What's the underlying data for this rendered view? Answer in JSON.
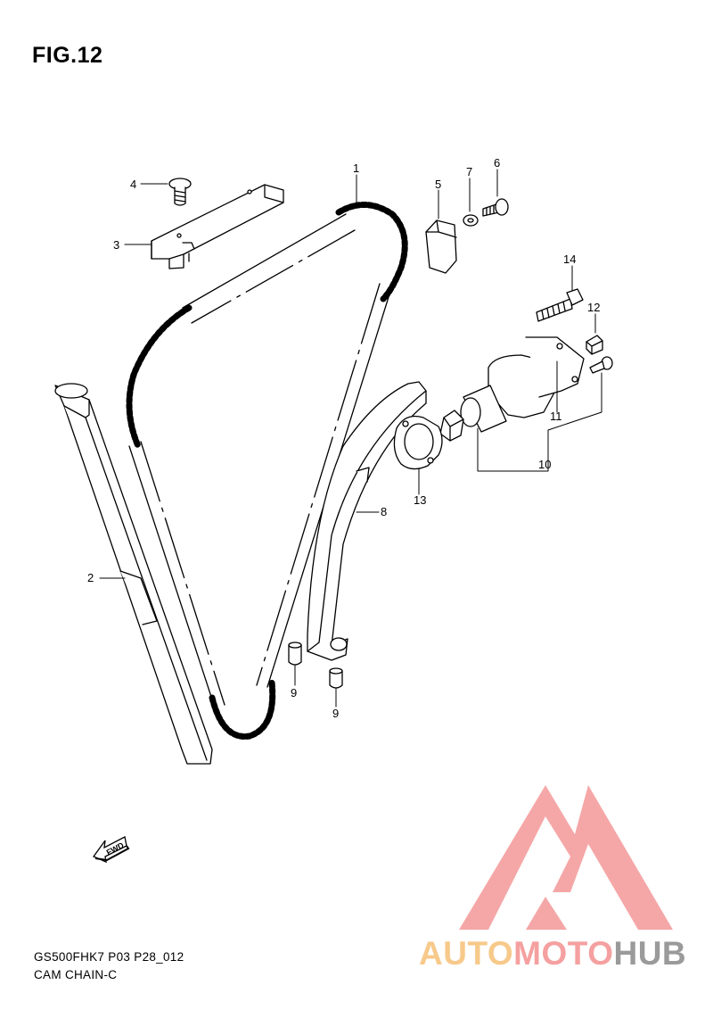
{
  "figure": {
    "title": "FIG.12"
  },
  "callouts": [
    "1",
    "2",
    "3",
    "4",
    "5",
    "6",
    "7",
    "8",
    "9",
    "9",
    "10",
    "11",
    "12",
    "13",
    "14"
  ],
  "direction_mark": {
    "label": "FWD",
    "icon": "arrow-fwd-icon"
  },
  "footer": {
    "code": "GS500FHK7 P03 P28_012",
    "section": "CAM CHAIN-C"
  },
  "watermark": {
    "parts": [
      "AUTO",
      "MOTO",
      "HUB"
    ],
    "colors": {
      "auto": "#f7c98a",
      "moto": "#f5a0a0",
      "hub": "#9a9a9a",
      "logo": "#f5a3a3"
    },
    "icon": "triangle-logo-icon"
  }
}
